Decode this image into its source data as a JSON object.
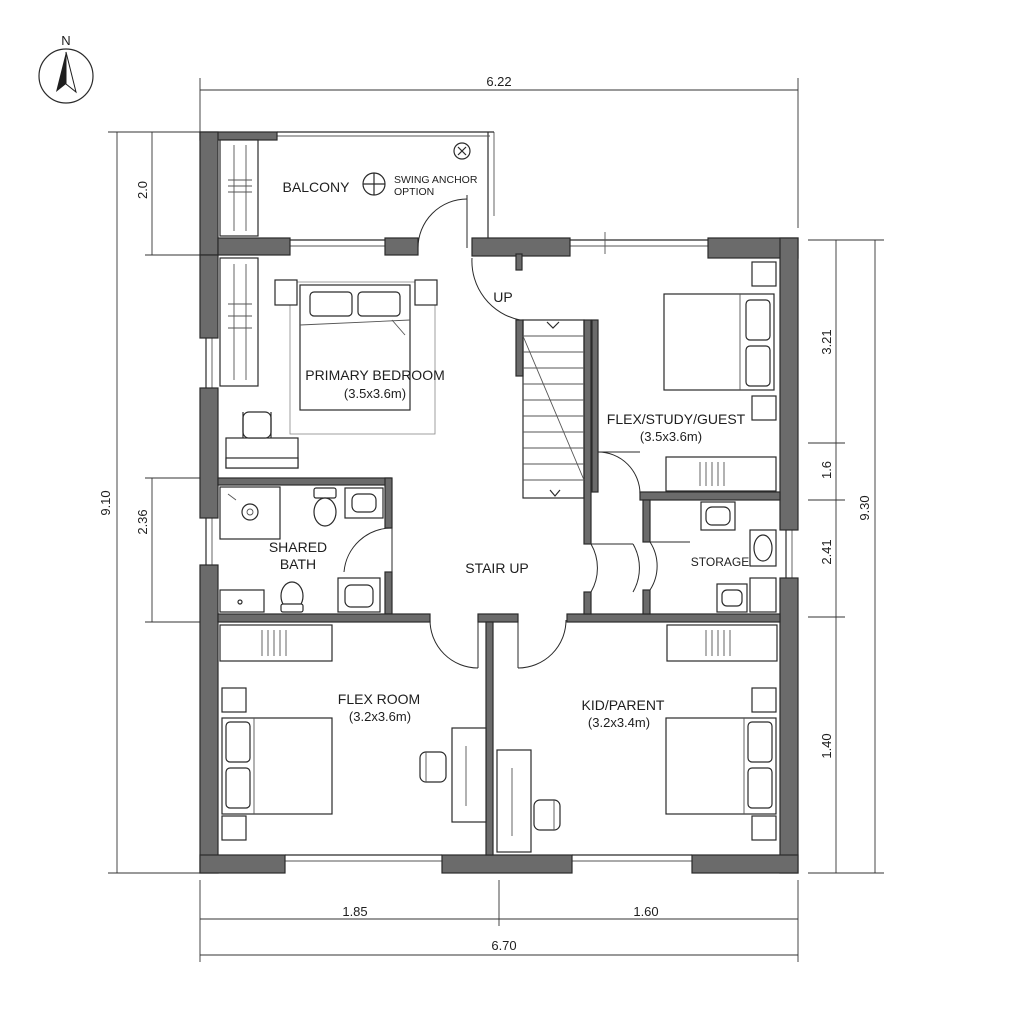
{
  "compass": {
    "label": "N"
  },
  "rooms": {
    "balcony": {
      "name": "BALCONY",
      "note_line1": "SWING ANCHOR",
      "note_line2": "OPTION"
    },
    "primary_bedroom": {
      "name": "PRIMARY BEDROOM",
      "size": "(3.5x3.6m)"
    },
    "flex_study_guest": {
      "name": "FLEX/STUDY/GUEST",
      "size": "(3.5x3.6m)"
    },
    "shared_bath": {
      "name_line1": "SHARED",
      "name_line2": "BATH"
    },
    "stair": {
      "up_label": "UP",
      "hall_label": "STAIR UP"
    },
    "storage": {
      "name": "STORAGE"
    },
    "flex_room": {
      "name": "FLEX ROOM",
      "size": "(3.2x3.6m)"
    },
    "kid_parent": {
      "name": "KID/PARENT",
      "size": "(3.2x3.4m)"
    }
  },
  "dimensions": {
    "top_overall": "6.22",
    "bottom_left": "1.85",
    "bottom_right": "1.60",
    "bottom_overall": "6.70",
    "left_overall": "9.10",
    "left_balcony": "2.0",
    "left_bath": "2.36",
    "right_top": "3.21",
    "right_1": "1.6",
    "right_2": "2.41",
    "right_bottom": "1.40",
    "right_overall": "9.30"
  }
}
